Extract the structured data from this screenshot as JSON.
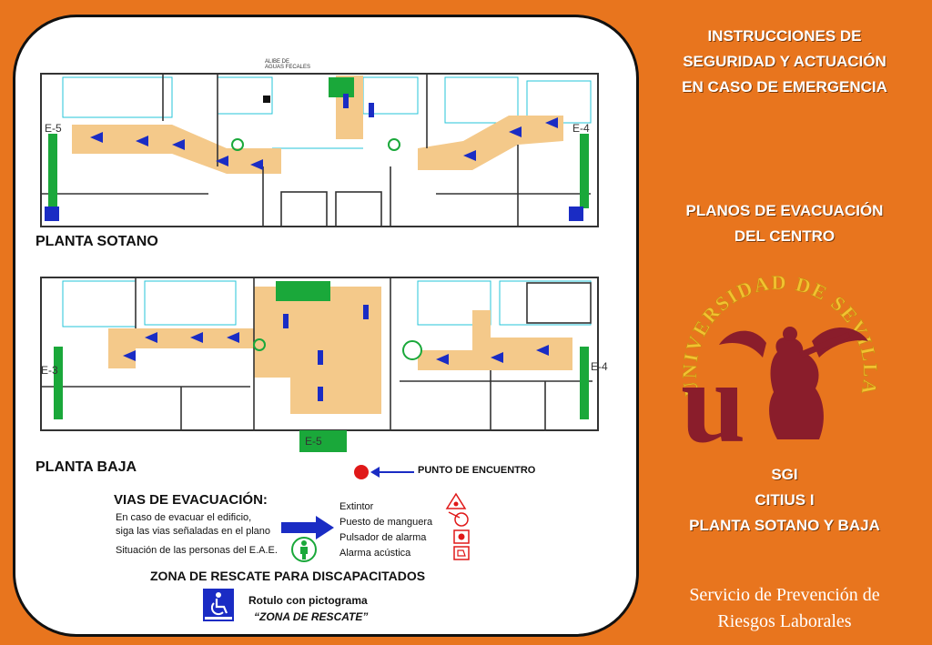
{
  "header": {
    "title_lines": [
      "INSTRUCCIONES  DE",
      "SEGURIDAD  Y ACTUACIÓN",
      "EN CASO DE EMERGENCIA"
    ],
    "subtitle_lines": [
      "PLANOS DE EVACUACIÓN",
      "DEL CENTRO"
    ],
    "location_lines": [
      "SGI",
      "CITIUS I",
      "PLANTA SOTANO Y BAJA"
    ],
    "footer_lines": [
      "Servicio de Prevención de",
      "Riesgos Laborales"
    ]
  },
  "logo": {
    "arc_text": "UNIVERSIDAD DE SEVILLA",
    "letter": "u",
    "colors": {
      "maroon": "#8a1d2b",
      "gold": "#f2c230"
    }
  },
  "plans": {
    "sotano_label": "PLANTA SOTANO",
    "baja_label": "PLANTA BAJA",
    "sotano_marks": {
      "left_exit": "E-5",
      "right_exit": "E-4",
      "top_note_1": "ALIBE DE",
      "top_note_2": "AGUAS FECALES"
    },
    "baja_marks": {
      "left_exit": "E-3",
      "right_exit": "E-4",
      "bottom_exit": "E-5"
    }
  },
  "meeting_point": {
    "label": "PUNTO DE ENCUENTRO"
  },
  "legend": {
    "vias_title": "VIAS DE EVACUACIÓN:",
    "vias_line1": "En caso de evacuar el edificio,",
    "vias_line2": "siga las vias señaladas en el plano",
    "eae": "Situación de las personas del E.A.E.",
    "items": [
      "Extintor",
      "Puesto de manguera",
      "Pulsador de alarma",
      "Alarma acústica"
    ],
    "rescate_title": "ZONA DE RESCATE PARA DISCAPACITADOS",
    "rotulo_line1": "Rotulo con pictograma",
    "rotulo_line2": "“ZONA DE RESCATE”"
  },
  "colors": {
    "orange": "#e8751e",
    "route": "#f4c98a",
    "arrow": "#1a2cc4",
    "wall": "#333333",
    "cyan": "#25c6d8",
    "green": "#1aa83a",
    "red": "#e01818"
  }
}
